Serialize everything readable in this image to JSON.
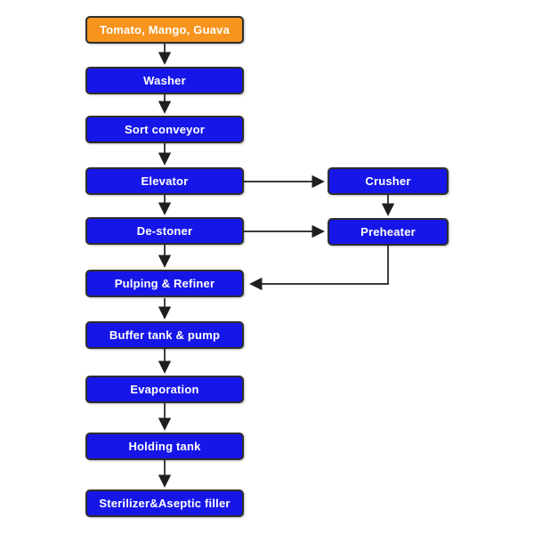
{
  "colors": {
    "background": "#ffffff",
    "input_fill": "#f7941e",
    "process_fill": "#1616e8",
    "border": "#2e2e2e",
    "arrow": "#1f1f1f",
    "text": "#ffffff"
  },
  "nodes": [
    {
      "id": "source",
      "label": "Tomato, Mango, Guava",
      "type": "input"
    },
    {
      "id": "washer",
      "label": "Washer",
      "type": "process"
    },
    {
      "id": "sort-conveyor",
      "label": "Sort conveyor",
      "type": "process"
    },
    {
      "id": "elevator",
      "label": "Elevator",
      "type": "process"
    },
    {
      "id": "de-stoner",
      "label": "De-stoner",
      "type": "process"
    },
    {
      "id": "pulping-refiner",
      "label": "Pulping & Refiner",
      "type": "process"
    },
    {
      "id": "buffer-tank-pump",
      "label": "Buffer tank & pump",
      "type": "process"
    },
    {
      "id": "evaporation",
      "label": "Evaporation",
      "type": "process"
    },
    {
      "id": "holding-tank",
      "label": "Holding tank",
      "type": "process"
    },
    {
      "id": "sterilizer-aseptic-filler",
      "label": "Sterilizer&Aseptic filler",
      "type": "process"
    },
    {
      "id": "crusher",
      "label": "Crusher",
      "type": "process"
    },
    {
      "id": "preheater",
      "label": "Preheater",
      "type": "process"
    }
  ],
  "edges": [
    {
      "from": "source",
      "to": "washer"
    },
    {
      "from": "washer",
      "to": "sort-conveyor"
    },
    {
      "from": "sort-conveyor",
      "to": "elevator"
    },
    {
      "from": "elevator",
      "to": "de-stoner"
    },
    {
      "from": "elevator",
      "to": "crusher"
    },
    {
      "from": "de-stoner",
      "to": "pulping-refiner"
    },
    {
      "from": "de-stoner",
      "to": "preheater"
    },
    {
      "from": "crusher",
      "to": "preheater"
    },
    {
      "from": "preheater",
      "to": "pulping-refiner"
    },
    {
      "from": "pulping-refiner",
      "to": "buffer-tank-pump"
    },
    {
      "from": "buffer-tank-pump",
      "to": "evaporation"
    },
    {
      "from": "evaporation",
      "to": "holding-tank"
    },
    {
      "from": "holding-tank",
      "to": "sterilizer-aseptic-filler"
    }
  ]
}
